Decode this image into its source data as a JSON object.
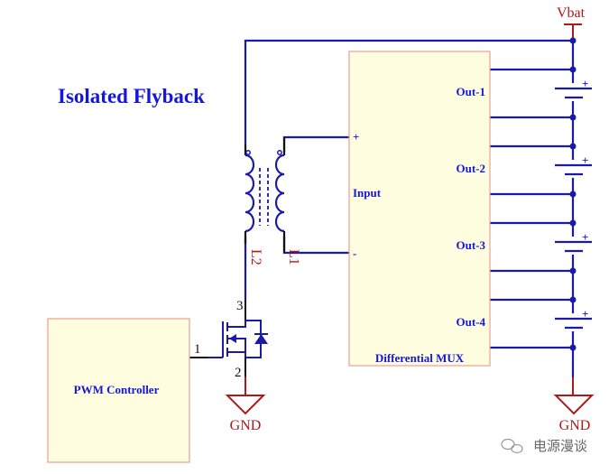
{
  "title": "Isolated Flyback",
  "power": {
    "vbat_label": "Vbat",
    "gnd_label": "GND",
    "gnd_label_2": "GND"
  },
  "transformer": {
    "primary_label": "L2",
    "secondary_label": "L1"
  },
  "mux": {
    "name": "Differential MUX",
    "input_label": "Input",
    "input_plus": "+",
    "input_minus": "-",
    "outputs": [
      "Out-1",
      "Out-2",
      "Out-3",
      "Out-4"
    ]
  },
  "batteries": {
    "plus_sign": "+",
    "count": 4
  },
  "mosfet": {
    "pin_gate": "1",
    "pin_source": "2",
    "pin_drain": "3"
  },
  "controller": {
    "name": "PWM Controller"
  },
  "watermark": {
    "text": "电源漫谈"
  },
  "colors": {
    "wire": "#1a1aa8",
    "text_blue": "#1515e0",
    "power_red": "#b01818",
    "block_fill": "#fffde0",
    "block_border": "#e8a090"
  }
}
